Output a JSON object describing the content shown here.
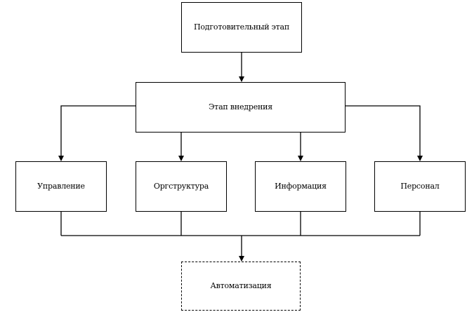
{
  "diagram": {
    "nodes": {
      "preparatory": "Подготовительный этап",
      "implementation": "Этап внедрения",
      "management": "Управление",
      "orgstructure": "Оргструктура",
      "information": "Информация",
      "personnel": "Персонал",
      "automation": "Автоматизация"
    },
    "edges": [
      {
        "from": "preparatory",
        "to": "implementation"
      },
      {
        "from": "implementation",
        "to": "management"
      },
      {
        "from": "implementation",
        "to": "orgstructure"
      },
      {
        "from": "implementation",
        "to": "information"
      },
      {
        "from": "implementation",
        "to": "personnel"
      },
      {
        "from": "management",
        "to": "automation"
      },
      {
        "from": "orgstructure",
        "to": "automation"
      },
      {
        "from": "information",
        "to": "automation"
      },
      {
        "from": "personnel",
        "to": "automation"
      }
    ],
    "styles": {
      "line_color": "#000000",
      "automation_border": "dashed"
    }
  }
}
